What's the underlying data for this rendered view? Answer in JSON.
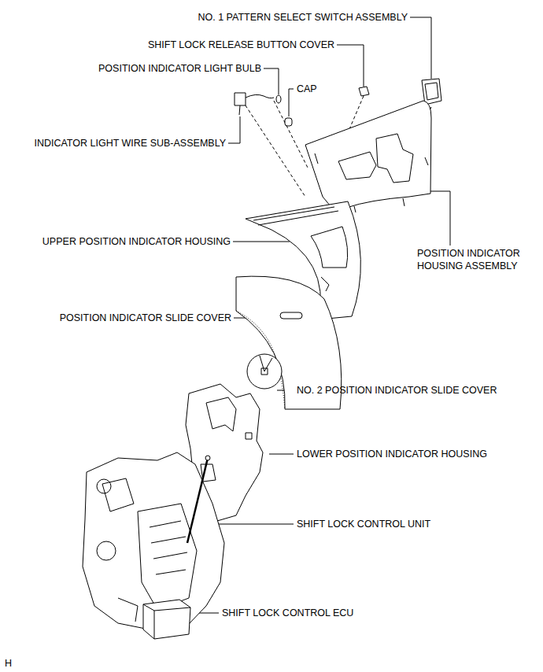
{
  "diagram": {
    "labels": [
      "NO. 1 PATTERN SELECT SWITCH ASSEMBLY",
      "SHIFT LOCK RELEASE BUTTON COVER",
      "POSITION INDICATOR LIGHT BULB",
      "CAP",
      "INDICATOR LIGHT WIRE SUB-ASSEMBLY",
      "POSITION INDICATOR HOUSING ASSEMBLY",
      "UPPER POSITION INDICATOR HOUSING",
      "POSITION INDICATOR SLIDE COVER",
      "NO. 2 POSITION INDICATOR SLIDE COVER",
      "LOWER POSITION INDICATOR HOUSING",
      "SHIFT LOCK CONTROL UNIT",
      "SHIFT LOCK CONTROL ECU",
      "H"
    ]
  }
}
